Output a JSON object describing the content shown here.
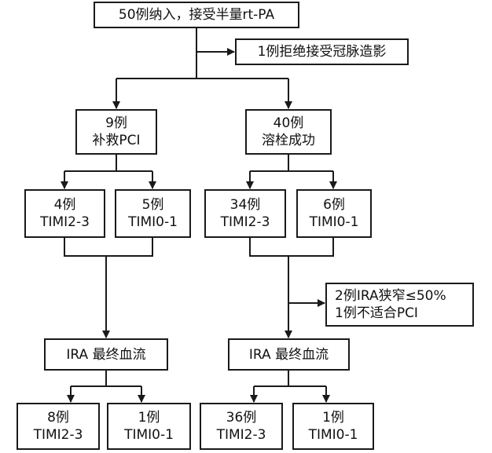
{
  "nodes": {
    "enroll": "50例纳入，接受半量rt-PA",
    "exclude": "1例拒绝接受冠脉造影",
    "rescue": {
      "l1": "9例",
      "l2": "补救PCI"
    },
    "success": {
      "l1": "40例",
      "l2": "溶栓成功"
    },
    "r_timi23": {
      "l1": "4例",
      "l2": "TIMI2-3"
    },
    "r_timi01": {
      "l1": "5例",
      "l2": "TIMI0-1"
    },
    "s_timi23": {
      "l1": "34例",
      "l2": "TIMI2-3"
    },
    "s_timi01": {
      "l1": "6例",
      "l2": "TIMI0-1"
    },
    "side_note": {
      "l1": "2例IRA狭窄≤50%",
      "l2": "1例不适合PCI"
    },
    "ira_left": "IRA 最终血流",
    "ira_right": "IRA 最终血流",
    "lf_timi23": {
      "l1": "8例",
      "l2": "TIMI2-3"
    },
    "lf_timi01": {
      "l1": "1例",
      "l2": "TIMI0-1"
    },
    "rf_timi23": {
      "l1": "36例",
      "l2": "TIMI2-3"
    },
    "rf_timi01": {
      "l1": "1例",
      "l2": "TIMI0-1"
    }
  }
}
